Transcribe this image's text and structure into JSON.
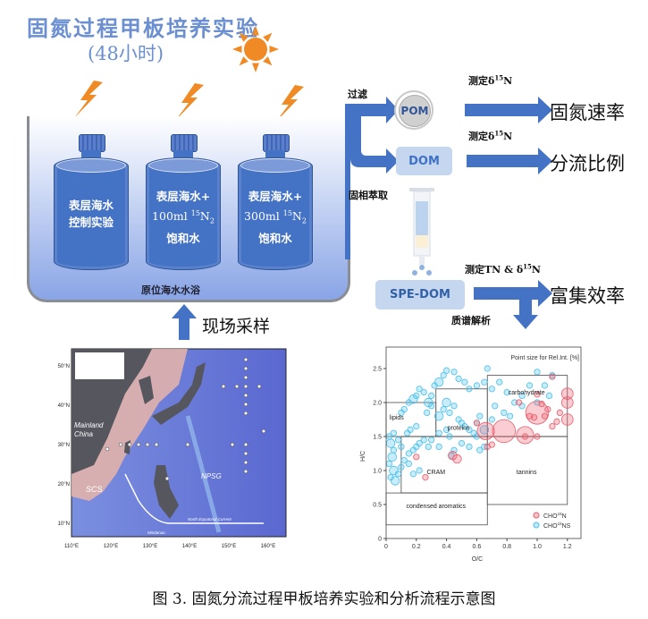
{
  "title": "固氮过程甲板培养实验",
  "subtitle": "(48小时)",
  "bottles": [
    {
      "line1": "表层海水",
      "line2": "控制实验",
      "volume": "",
      "isotope_sup": "",
      "isotope_main": "",
      "isotope_sub": "",
      "line3": ""
    },
    {
      "line1": "表层海水+",
      "volume": "100ml ",
      "isotope_sup": "15",
      "isotope_main": "N",
      "isotope_sub": "2",
      "line3": "饱和水"
    },
    {
      "line1": "表层海水+",
      "volume": "300ml ",
      "isotope_sup": "15",
      "isotope_main": "N",
      "isotope_sub": "2",
      "line3": "饱和水"
    }
  ],
  "bath_label": "原位海水水浴",
  "sampling_label": "现场采样",
  "flow": {
    "filter_label": "过滤",
    "pom": "POM",
    "dom": "DOM",
    "spe_label": "固相萃取",
    "spe_dom": "SPE-DOM",
    "measure1": {
      "prefix": "测定δ",
      "sup": "15",
      "suffix": "N"
    },
    "measure2": {
      "prefix": "测定δ",
      "sup": "15",
      "suffix": "N"
    },
    "measure3": {
      "prefix": "测定TN & δ",
      "sup": "15",
      "suffix": "N"
    },
    "result1": "固氮速率",
    "result2": "分流比例",
    "result3": "富集效率",
    "ms_label": "质谱解析"
  },
  "map": {
    "lon_ticks": [
      "110°E",
      "120°E",
      "130°E",
      "140°E",
      "150°E",
      "160°E"
    ],
    "lat_ticks": [
      "10°N",
      "20°N",
      "30°N",
      "40°N",
      "50°N"
    ],
    "labels": {
      "china": "Mainland",
      "china2": "China",
      "scs": "SCS",
      "npsg": "NPSG",
      "nec": "North Equatorial Current",
      "mindanao": "Mindanao"
    }
  },
  "chart_data": {
    "type": "scatter",
    "title": "Point size for Rel.Int. [%]",
    "xlabel": "O/C",
    "ylabel": "H/C",
    "xlim": [
      0,
      1.25
    ],
    "ylim": [
      0,
      2.75
    ],
    "xticks": [
      "0",
      "0.2",
      "0.4",
      "0.6",
      "0.8",
      "1.0",
      "1.2"
    ],
    "xtick_values": [
      0,
      0.2,
      0.4,
      0.6,
      0.8,
      1.0,
      1.2
    ],
    "yticks": [
      "0",
      "0.5",
      "1.0",
      "1.5",
      "2.0",
      "2.5"
    ],
    "ytick_values": [
      0,
      0.5,
      1.0,
      1.5,
      2.0,
      2.5
    ],
    "regions": [
      {
        "name": "lipids",
        "x": [
          0,
          0.33
        ],
        "y": [
          1.5,
          2.0
        ],
        "label_at": [
          0.07,
          1.75
        ]
      },
      {
        "name": "proteins",
        "x": [
          0.33,
          0.67
        ],
        "y": [
          1.5,
          2.2
        ],
        "label_at": [
          0.48,
          1.6
        ]
      },
      {
        "name": "carbohydrate",
        "x": [
          0.67,
          1.2
        ],
        "y": [
          1.5,
          2.4
        ],
        "label_at": [
          0.93,
          2.12
        ]
      },
      {
        "name": "CRAM",
        "x": [
          0.1,
          0.67
        ],
        "y": [
          0.67,
          1.5
        ],
        "label_at": [
          0.33,
          0.95
        ]
      },
      {
        "name": "tannins",
        "x": [
          0.67,
          1.2
        ],
        "y": [
          0.5,
          1.5
        ],
        "label_at": [
          0.93,
          0.95
        ]
      },
      {
        "name": "condensed aromatics",
        "x": [
          0,
          0.67
        ],
        "y": [
          0.2,
          0.67
        ],
        "label_at": [
          0.33,
          0.45
        ]
      }
    ],
    "series": [
      {
        "name": "CHO15NS",
        "label_main": "CHO",
        "label_sup": "15",
        "label_suffix": "NS",
        "color": "#49c0ec",
        "points": [
          [
            0.02,
            1.5,
            1
          ],
          [
            0.03,
            1.4,
            1.5
          ],
          [
            0.05,
            1.3,
            1
          ],
          [
            0.04,
            1.2,
            1.5
          ],
          [
            0.02,
            1.1,
            1
          ],
          [
            0.05,
            1.0,
            1.5
          ],
          [
            0.03,
            0.9,
            1
          ],
          [
            0.06,
            0.85,
            1.5
          ],
          [
            0.08,
            0.95,
            1
          ],
          [
            0.1,
            1.05,
            1
          ],
          [
            0.12,
            1.15,
            1
          ],
          [
            0.15,
            1.25,
            1
          ],
          [
            0.18,
            1.3,
            1
          ],
          [
            0.2,
            1.35,
            1
          ],
          [
            0.22,
            1.4,
            1
          ],
          [
            0.25,
            1.45,
            1
          ],
          [
            0.14,
            1.55,
            1
          ],
          [
            0.16,
            1.6,
            1
          ],
          [
            0.2,
            1.65,
            1
          ],
          [
            0.1,
            1.85,
            1
          ],
          [
            0.12,
            1.9,
            1
          ],
          [
            0.15,
            2.0,
            1
          ],
          [
            0.18,
            2.05,
            1.5
          ],
          [
            0.2,
            2.1,
            1
          ],
          [
            0.22,
            2.2,
            1
          ],
          [
            0.25,
            2.15,
            1
          ],
          [
            0.28,
            2.0,
            1.5
          ],
          [
            0.3,
            1.95,
            1
          ],
          [
            0.32,
            2.25,
            1
          ],
          [
            0.35,
            2.3,
            1.5
          ],
          [
            0.38,
            2.4,
            1
          ],
          [
            0.4,
            2.47,
            1
          ],
          [
            0.45,
            2.45,
            1
          ],
          [
            0.48,
            2.35,
            1
          ],
          [
            0.52,
            2.3,
            1
          ],
          [
            0.55,
            2.2,
            1
          ],
          [
            0.6,
            2.25,
            1
          ],
          [
            0.65,
            2.3,
            1
          ],
          [
            0.67,
            2.5,
            1
          ],
          [
            0.35,
            1.8,
            1.5
          ],
          [
            0.38,
            1.9,
            1
          ],
          [
            0.4,
            2.0,
            1.5
          ],
          [
            0.42,
            1.85,
            1
          ],
          [
            0.45,
            1.95,
            1
          ],
          [
            0.48,
            1.75,
            1
          ],
          [
            0.5,
            1.7,
            1
          ],
          [
            0.52,
            1.65,
            1
          ],
          [
            0.55,
            1.6,
            1
          ],
          [
            0.58,
            1.55,
            1
          ],
          [
            0.6,
            1.7,
            1
          ],
          [
            0.62,
            1.8,
            1
          ],
          [
            0.65,
            1.6,
            1.5
          ],
          [
            0.35,
            1.55,
            1
          ],
          [
            0.4,
            1.6,
            1
          ],
          [
            0.42,
            1.5,
            1
          ],
          [
            0.3,
            1.45,
            1
          ],
          [
            0.28,
            1.35,
            1
          ],
          [
            0.35,
            1.35,
            1
          ],
          [
            0.45,
            1.3,
            1
          ],
          [
            0.5,
            1.4,
            1
          ],
          [
            0.55,
            1.35,
            1
          ],
          [
            0.62,
            1.3,
            1
          ],
          [
            0.65,
            1.35,
            1
          ],
          [
            0.7,
            2.2,
            1
          ],
          [
            0.75,
            2.3,
            1
          ],
          [
            0.8,
            2.15,
            1
          ],
          [
            0.85,
            2.0,
            1
          ],
          [
            0.9,
            2.1,
            1
          ],
          [
            0.95,
            2.25,
            1
          ],
          [
            0.72,
            1.95,
            1
          ],
          [
            0.78,
            1.85,
            1
          ],
          [
            0.82,
            1.8,
            1
          ],
          [
            0.7,
            1.75,
            1
          ],
          [
            1.0,
            2.45,
            1
          ],
          [
            1.05,
            2.25,
            1
          ],
          [
            1.1,
            2.4,
            1
          ],
          [
            1.08,
            2.1,
            1
          ],
          [
            0.18,
            0.95,
            1
          ],
          [
            0.22,
            1.0,
            1
          ],
          [
            0.05,
            1.55,
            1
          ],
          [
            0.08,
            1.45,
            1
          ],
          [
            0.1,
            1.35,
            1
          ],
          [
            0.15,
            1.1,
            1
          ],
          [
            0.3,
            2.1,
            1
          ],
          [
            0.27,
            1.85,
            1
          ],
          [
            0.43,
            1.22,
            1
          ],
          [
            0.6,
            1.5,
            1
          ],
          [
            0.9,
            1.95,
            1
          ],
          [
            1.0,
            2.0,
            1
          ]
        ]
      },
      {
        "name": "CHO15N",
        "label_main": "CHO",
        "label_sup": "15",
        "label_suffix": "N",
        "color": "#ea5a6a",
        "points": [
          [
            1.0,
            1.85,
            4
          ],
          [
            0.78,
            1.58,
            4
          ],
          [
            0.92,
            1.52,
            3
          ],
          [
            0.66,
            1.58,
            3
          ],
          [
            1.2,
            2.13,
            2
          ],
          [
            1.2,
            2.0,
            2
          ],
          [
            1.2,
            1.75,
            2
          ],
          [
            1.15,
            1.85,
            1
          ],
          [
            1.13,
            1.72,
            1
          ],
          [
            1.05,
            1.8,
            1
          ],
          [
            1.07,
            1.9,
            1
          ],
          [
            1.1,
            1.65,
            1
          ],
          [
            0.95,
            1.8,
            1
          ],
          [
            1.0,
            2.12,
            1
          ],
          [
            1.03,
            1.98,
            1
          ],
          [
            0.88,
            2.0,
            1
          ],
          [
            0.98,
            1.78,
            1
          ],
          [
            1.1,
            2.38,
            1
          ],
          [
            0.92,
            1.5,
            1
          ],
          [
            1.0,
            1.5,
            1
          ],
          [
            0.7,
            1.38,
            1
          ],
          [
            0.67,
            1.35,
            1
          ],
          [
            0.44,
            1.22,
            1.5
          ],
          [
            0.47,
            1.17,
            1.5
          ],
          [
            0.26,
            0.9,
            1
          ],
          [
            0.6,
            1.7,
            1
          ],
          [
            0.2,
            1.2,
            1
          ]
        ]
      }
    ],
    "legend_position": "bottom-right"
  },
  "caption": "图 3.  固氮分流过程甲板培养实验和分析流程示意图",
  "colors": {
    "blue": "#4472c4",
    "orange": "#f08a24",
    "title": "#6b8fd0",
    "light_box": "#c5d7ef"
  }
}
